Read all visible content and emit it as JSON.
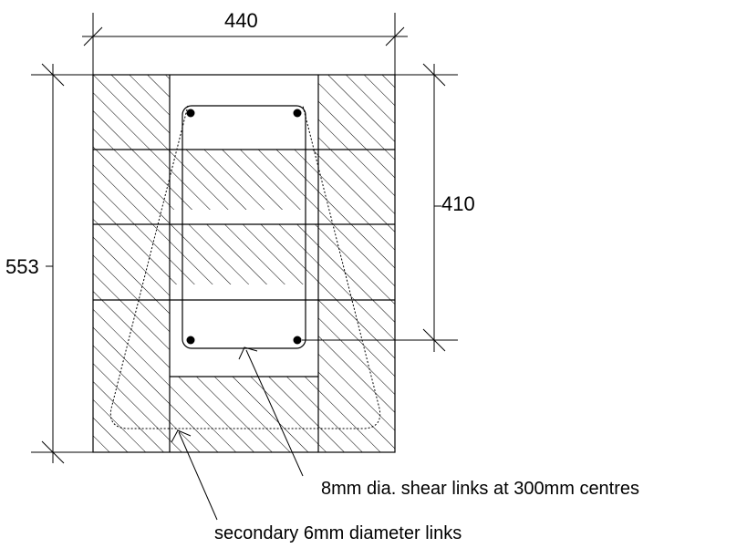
{
  "dimensions": {
    "width": "440",
    "height_overall": "553",
    "height_links": "410"
  },
  "annotations": {
    "shear_links": "8mm dia. shear links at 300mm centres",
    "secondary_links": "secondary 6mm diameter links"
  },
  "colors": {
    "line": "#000000",
    "background": "#ffffff"
  }
}
